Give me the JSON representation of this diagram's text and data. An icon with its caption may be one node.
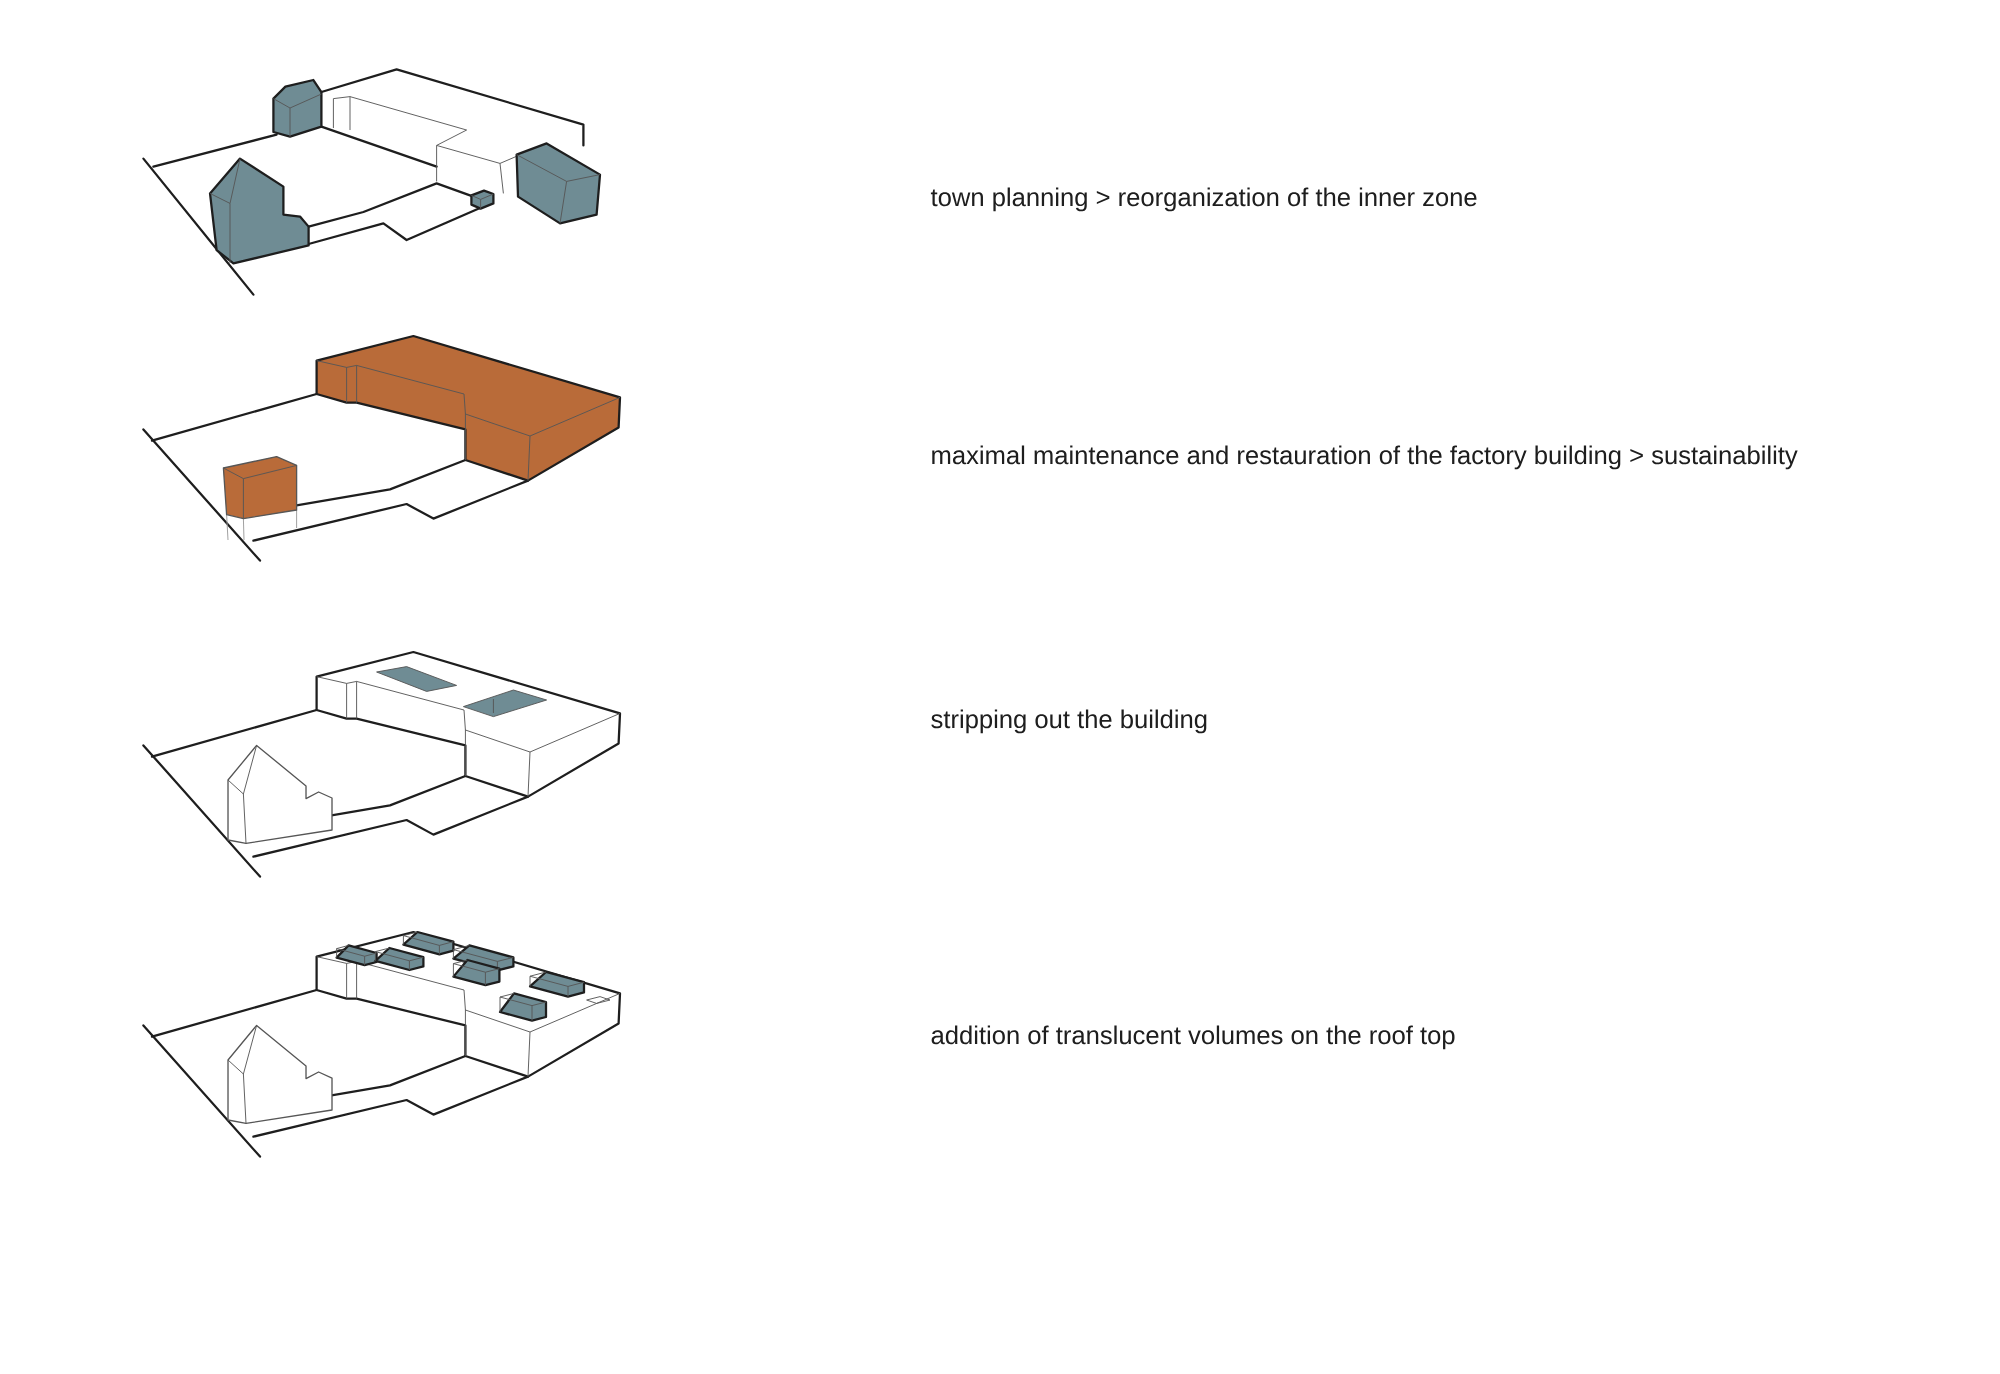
{
  "diagram": {
    "labels": [
      "town planning > reorganization of the inner zone",
      "maximal maintenance and restauration of the factory building > sustainability",
      "stripping out the building",
      "addition of translucent volumes on the roof top"
    ]
  }
}
